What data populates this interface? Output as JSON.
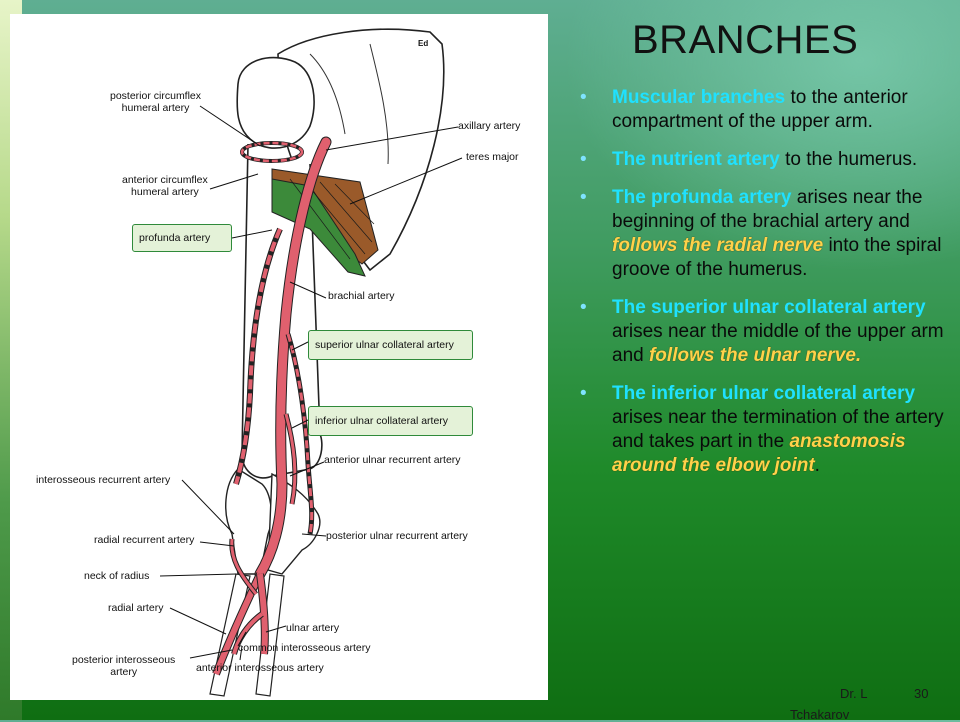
{
  "slide": {
    "title": "BRANCHES",
    "bullets": [
      {
        "parts": [
          {
            "text": "Muscular branches",
            "style": "cyan"
          },
          {
            "text": " to the anterior compartment of the upper arm.",
            "style": "plain"
          }
        ]
      },
      {
        "parts": [
          {
            "text": "The nutrient artery",
            "style": "cyan"
          },
          {
            "text": " to the humerus.",
            "style": "plain"
          }
        ]
      },
      {
        "parts": [
          {
            "text": "The profunda artery",
            "style": "cyan"
          },
          {
            "text": " arises near the beginning of the brachial artery and ",
            "style": "plain"
          },
          {
            "text": "follows the radial nerve",
            "style": "gold"
          },
          {
            "text": " into the spiral groove of the humerus.",
            "style": "plain"
          }
        ]
      },
      {
        "parts": [
          {
            "text": "The superior ulnar collateral artery",
            "style": "cyan"
          },
          {
            "text": " arises near the middle of the upper arm and ",
            "style": "plain"
          },
          {
            "text": "follows the ulnar nerve.",
            "style": "gold"
          }
        ]
      },
      {
        "parts": [
          {
            "text": "The inferior ulnar collateral artery",
            "style": "cyan"
          },
          {
            "text": " arises near the termination of the artery and takes part in the ",
            "style": "plain"
          },
          {
            "text": "anastomosis around the elbow joint",
            "style": "gold"
          },
          {
            "text": ".",
            "style": "plain"
          }
        ]
      }
    ],
    "footer": {
      "author_line1": "Dr. L",
      "author_line2": "Tchakarov",
      "page_number": "30"
    }
  },
  "figure": {
    "labels": {
      "posterior_circumflex": "posterior circumflex\nhumeral artery",
      "axillary": "axillary artery",
      "teres_major": "teres major",
      "anterior_circumflex": "anterior circumflex\nhumeral artery",
      "profunda": "profunda artery",
      "brachial": "brachial artery",
      "superior_ulnar_collateral": "superior ulnar collateral artery",
      "inferior_ulnar_collateral": "inferior ulnar collateral artery",
      "anterior_ulnar_recurrent": "anterior ulnar recurrent artery",
      "interosseous_recurrent": "interosseous recurrent artery",
      "radial_recurrent": "radial recurrent artery",
      "posterior_ulnar_recurrent": "posterior ulnar recurrent artery",
      "neck_of_radius": "neck of radius",
      "radial": "radial artery",
      "ulnar": "ulnar artery",
      "common_interosseous": "common interosseous artery",
      "posterior_interosseous": "posterior interosseous\nartery",
      "anterior_interosseous": "anterior interosseous artery",
      "corner_mark": "Ed"
    },
    "colors": {
      "artery": "#e0606e",
      "muscle_green": "#3c8a3a",
      "muscle_brown": "#9a5a2a",
      "box_border": "#2f8a3a",
      "box_fill": "#e4f2d8"
    }
  }
}
